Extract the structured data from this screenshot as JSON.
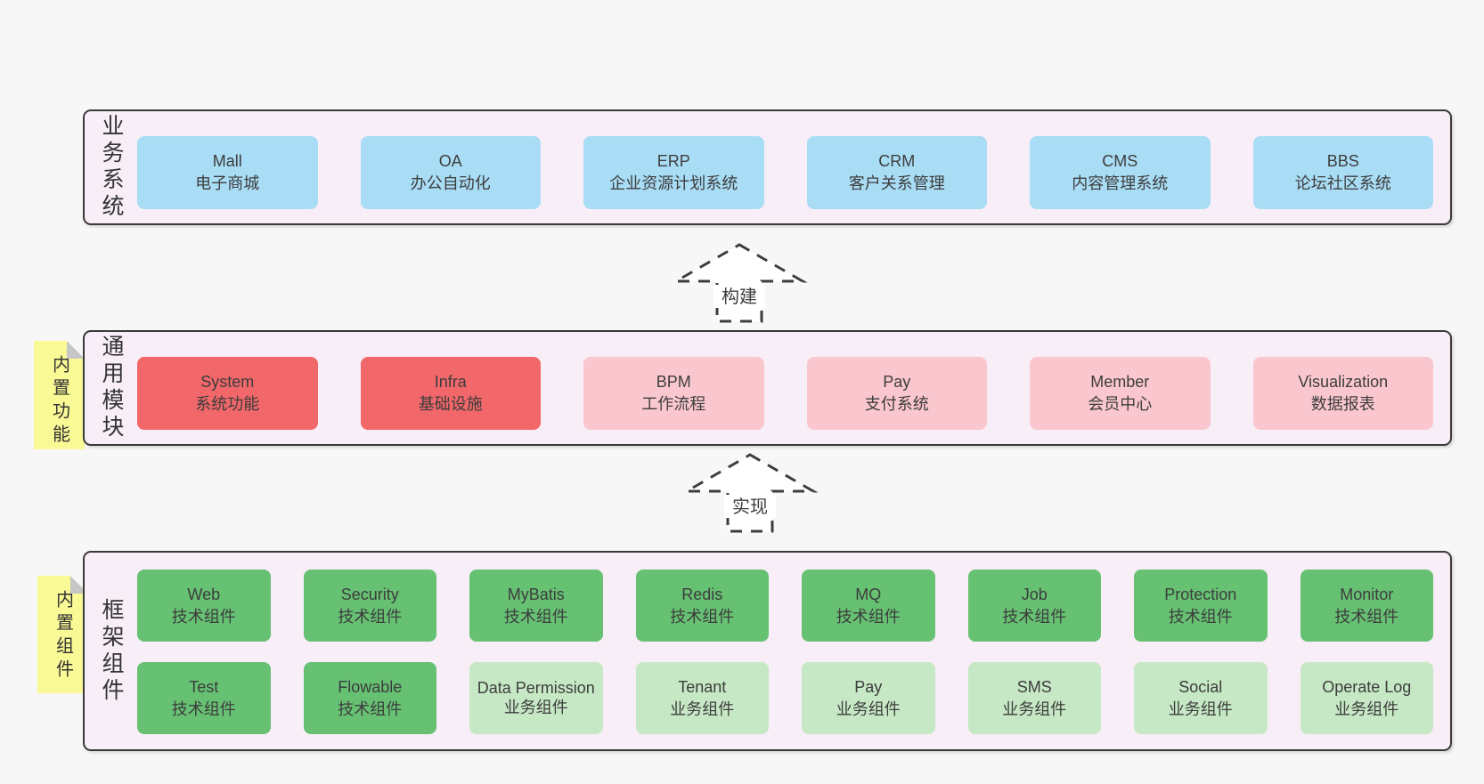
{
  "colors": {
    "page_background": "#f7f7f7",
    "container_fill": "#f8eef7",
    "container_border": "#3a3a3a",
    "box_blue": "#a9dcf5",
    "box_red": "#f1676a",
    "box_pink": "#fbc7cf",
    "box_green_dark": "#66c173",
    "box_green_light": "#c6e8c4",
    "sticky_yellow": "#f9f996",
    "text": "#3d3d3d"
  },
  "arrows": {
    "build": "构建",
    "implement": "实现"
  },
  "business": {
    "label": "业务系统",
    "boxes": [
      {
        "title": "Mall",
        "subtitle": "电子商城"
      },
      {
        "title": "OA",
        "subtitle": "办公自动化"
      },
      {
        "title": "ERP",
        "subtitle": "企业资源计划系统"
      },
      {
        "title": "CRM",
        "subtitle": "客户关系管理"
      },
      {
        "title": "CMS",
        "subtitle": "内容管理系统"
      },
      {
        "title": "BBS",
        "subtitle": "论坛社区系统"
      }
    ]
  },
  "modules": {
    "label": "通用模块",
    "note": "内置功能",
    "boxes": [
      {
        "title": "System",
        "subtitle": "系统功能",
        "variant": "red"
      },
      {
        "title": "Infra",
        "subtitle": "基础设施",
        "variant": "red"
      },
      {
        "title": "BPM",
        "subtitle": "工作流程",
        "variant": "pink"
      },
      {
        "title": "Pay",
        "subtitle": "支付系统",
        "variant": "pink"
      },
      {
        "title": "Member",
        "subtitle": "会员中心",
        "variant": "pink"
      },
      {
        "title": "Visualization",
        "subtitle": "数据报表",
        "variant": "pink"
      }
    ]
  },
  "framework": {
    "label": "框架组件",
    "note": "内置组件",
    "row1": [
      {
        "title": "Web",
        "subtitle": "技术组件"
      },
      {
        "title": "Security",
        "subtitle": "技术组件"
      },
      {
        "title": "MyBatis",
        "subtitle": "技术组件"
      },
      {
        "title": "Redis",
        "subtitle": "技术组件"
      },
      {
        "title": "MQ",
        "subtitle": "技术组件"
      },
      {
        "title": "Job",
        "subtitle": "技术组件"
      },
      {
        "title": "Protection",
        "subtitle": "技术组件"
      },
      {
        "title": "Monitor",
        "subtitle": "技术组件"
      }
    ],
    "row2": [
      {
        "title": "Test",
        "subtitle": "技术组件",
        "variant": "green-dark"
      },
      {
        "title": "Flowable",
        "subtitle": "技术组件",
        "variant": "green-dark"
      },
      {
        "title": "Data Permission",
        "subtitle": "业务组件",
        "variant": "green-light"
      },
      {
        "title": "Tenant",
        "subtitle": "业务组件",
        "variant": "green-light"
      },
      {
        "title": "Pay",
        "subtitle": "业务组件",
        "variant": "green-light"
      },
      {
        "title": "SMS",
        "subtitle": "业务组件",
        "variant": "green-light"
      },
      {
        "title": "Social",
        "subtitle": "业务组件",
        "variant": "green-light"
      },
      {
        "title": "Operate Log",
        "subtitle": "业务组件",
        "variant": "green-light"
      }
    ]
  }
}
